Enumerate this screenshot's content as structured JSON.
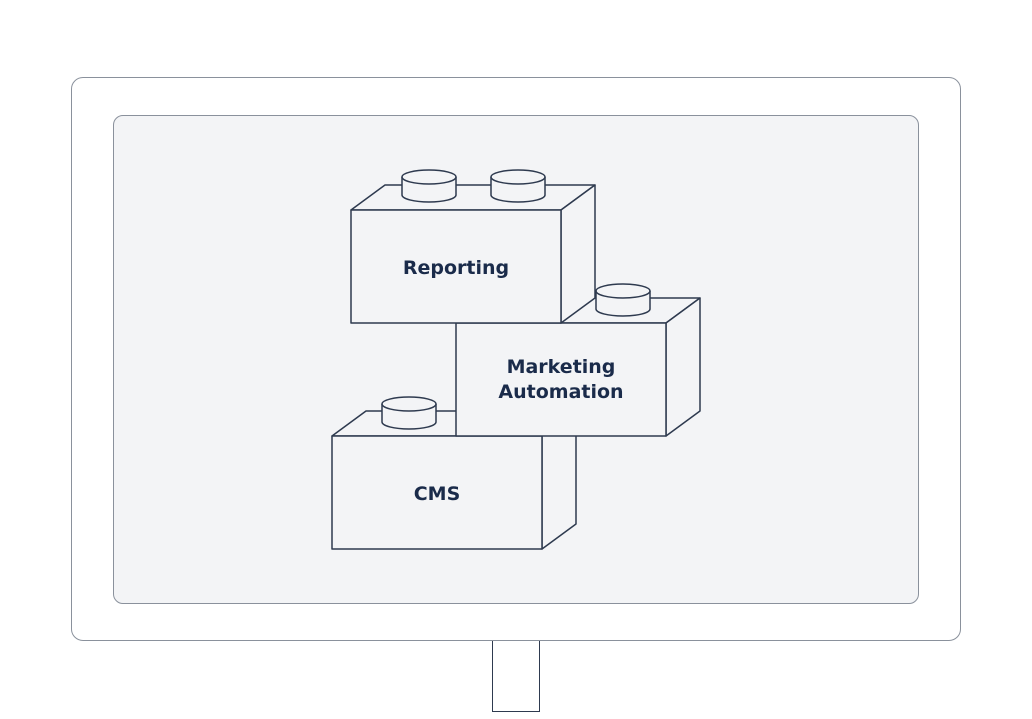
{
  "diagram": {
    "blocks": [
      {
        "id": "reporting",
        "label_lines": [
          "Reporting"
        ]
      },
      {
        "id": "marketing-automation",
        "label_lines": [
          "Marketing",
          "Automation"
        ]
      },
      {
        "id": "cms",
        "label_lines": [
          "CMS"
        ]
      }
    ],
    "colors": {
      "stroke": "#2e3a4f",
      "text": "#1a2b4a",
      "screen_bg": "#f3f4f6",
      "frame": "#8a919c"
    }
  }
}
